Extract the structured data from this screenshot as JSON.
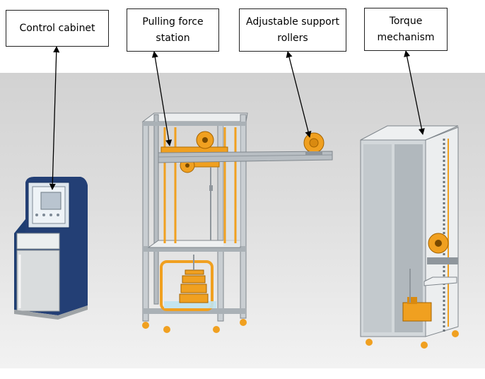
{
  "labels": {
    "control_cabinet": "Control cabinet",
    "pulling_force_station": "Pulling force station",
    "adjustable_support_rollers": "Adjustable support rollers",
    "torque_mechanism": "Torque mechanism"
  },
  "colors": {
    "frame": "#8f969c",
    "frame_light": "#c7cdd2",
    "orange": "#f0a020",
    "navy": "#1f3e72",
    "floor": "#d8d8d8"
  }
}
